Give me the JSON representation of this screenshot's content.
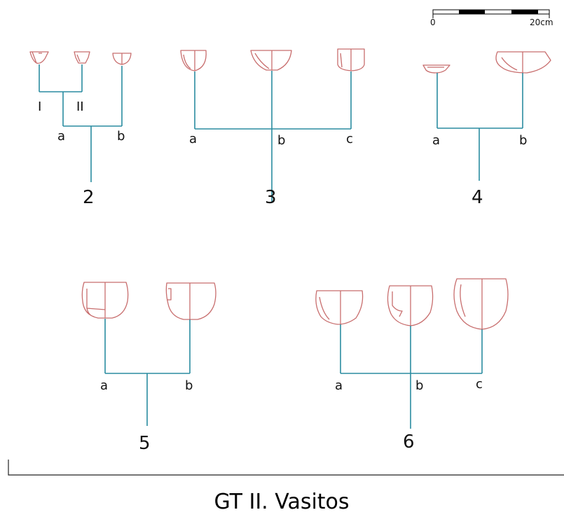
{
  "title": "GT II. Vasitos",
  "scale_bar": {
    "start": "0",
    "end": "20cm"
  },
  "colors": {
    "stem": "#2a8ca0",
    "vessel": "#c86e6e",
    "text": "#111111"
  },
  "groups": [
    {
      "number": "2",
      "branches": [
        "a",
        "b"
      ],
      "sub_branches": [
        "I",
        "II"
      ]
    },
    {
      "number": "3",
      "branches": [
        "a",
        "b",
        "c"
      ]
    },
    {
      "number": "4",
      "branches": [
        "a",
        "b"
      ]
    },
    {
      "number": "5",
      "branches": [
        "a",
        "b"
      ]
    },
    {
      "number": "6",
      "branches": [
        "a",
        "b",
        "c"
      ]
    }
  ]
}
